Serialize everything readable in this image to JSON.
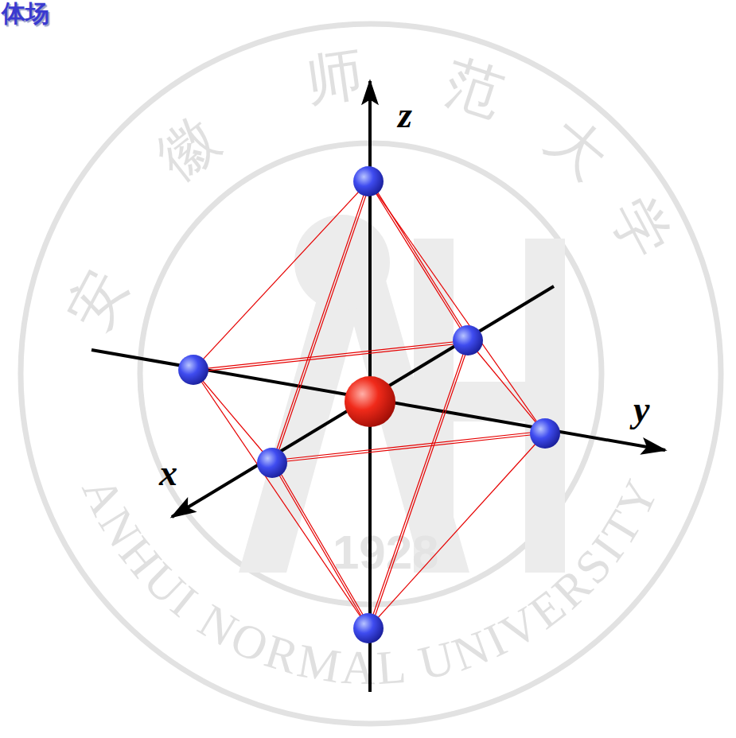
{
  "diagram": {
    "labels": [
      "体场",
      "z",
      "y",
      "x",
      "安",
      "徽",
      "师",
      "范",
      "大",
      "学",
      "ANHUI NORMAL UNIVERSITY",
      "1928"
    ]
  }
}
